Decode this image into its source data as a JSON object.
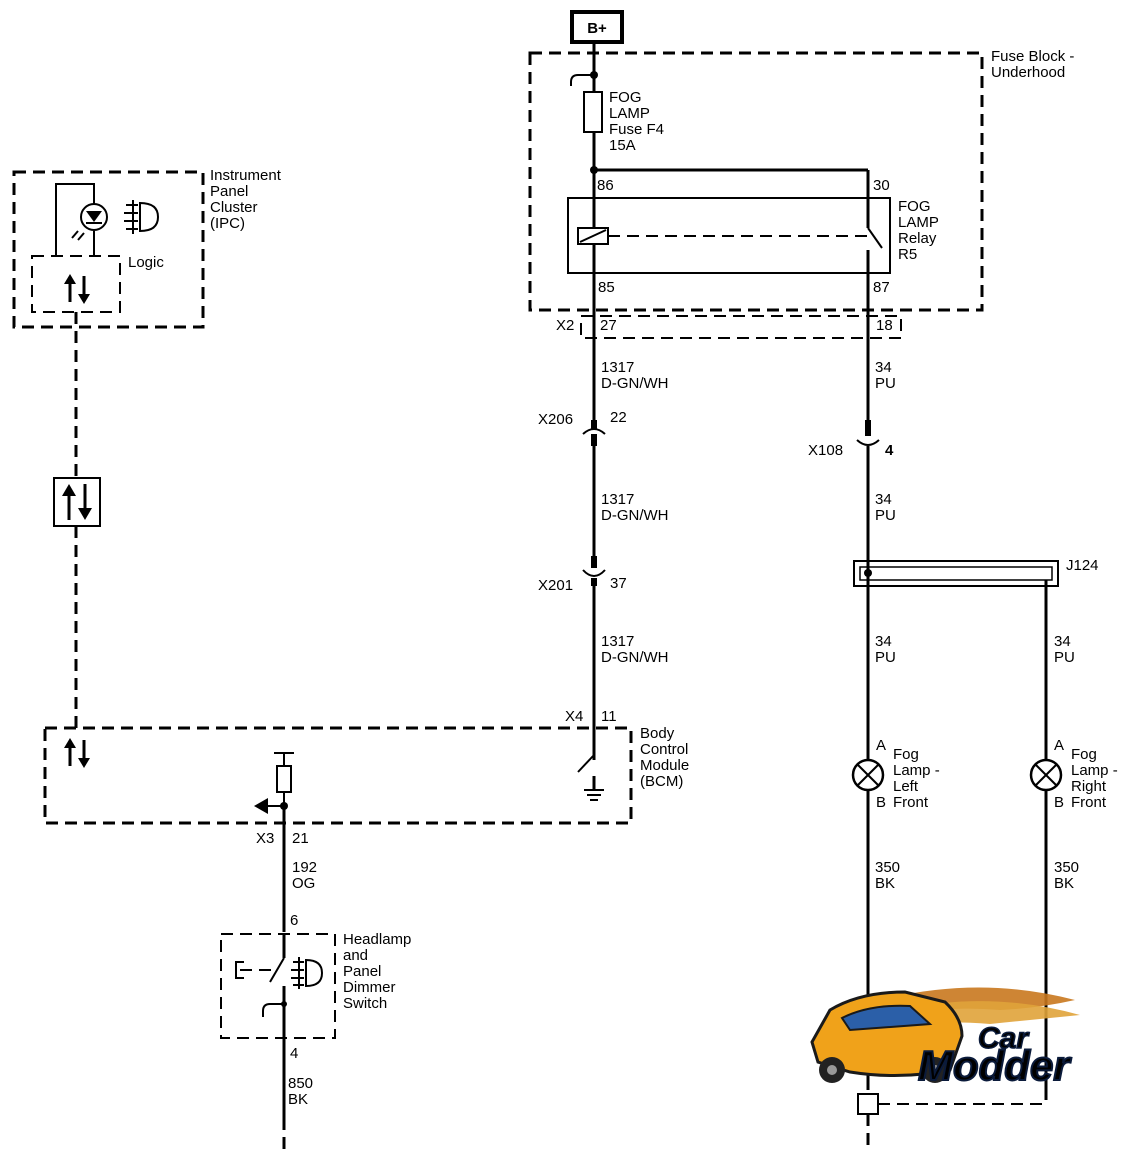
{
  "power": {
    "label": "B+"
  },
  "fuse_block": {
    "title_1": "Fuse Block -",
    "title_2": "Underhood"
  },
  "fuse": {
    "line1": "FOG",
    "line2": "LAMP",
    "line3": "Fuse F4",
    "line4": "15A"
  },
  "relay": {
    "line1": "FOG",
    "line2": "LAMP",
    "line3": "Relay",
    "line4": "R5",
    "pin86": "86",
    "pin30": "30",
    "pin85": "85",
    "pin87": "87"
  },
  "x2": {
    "name": "X2",
    "pin_left": "27",
    "pin_right": "18"
  },
  "wire_1317": {
    "circuit": "1317",
    "color": "D-GN/WH"
  },
  "wire_34": {
    "circuit": "34",
    "color": "PU"
  },
  "x206": {
    "name": "X206",
    "pin": "22"
  },
  "x108": {
    "name": "X108",
    "pin": "4"
  },
  "x201": {
    "name": "X201",
    "pin": "37"
  },
  "x4": {
    "name": "X4",
    "pin": "11"
  },
  "j124": {
    "name": "J124"
  },
  "ipc": {
    "line1": "Instrument",
    "line2": "Panel",
    "line3": "Cluster",
    "line4": "(IPC)",
    "logic": "Logic"
  },
  "bcm": {
    "line1": "Body",
    "line2": "Control",
    "line3": "Module",
    "line4": "(BCM)"
  },
  "x3": {
    "name": "X3",
    "pin": "21"
  },
  "wire_192": {
    "circuit": "192",
    "color": "OG"
  },
  "switch": {
    "pin_top": "6",
    "pin_bottom": "4",
    "line1": "Headlamp",
    "line2": "and",
    "line3": "Panel",
    "line4": "Dimmer",
    "line5": "Switch"
  },
  "wire_850": {
    "circuit": "850",
    "color": "BK"
  },
  "fog_left": {
    "pin_a": "A",
    "pin_b": "B",
    "line1": "Fog",
    "line2": "Lamp -",
    "line3": "Left",
    "line4": "Front"
  },
  "fog_right": {
    "pin_a": "A",
    "pin_b": "B",
    "line1": "Fog",
    "line2": "Lamp -",
    "line3": "Right",
    "line4": "Front"
  },
  "wire_350": {
    "circuit": "350",
    "color": "BK"
  },
  "watermark": {
    "text_1": "Car",
    "text_2": "Modder"
  }
}
